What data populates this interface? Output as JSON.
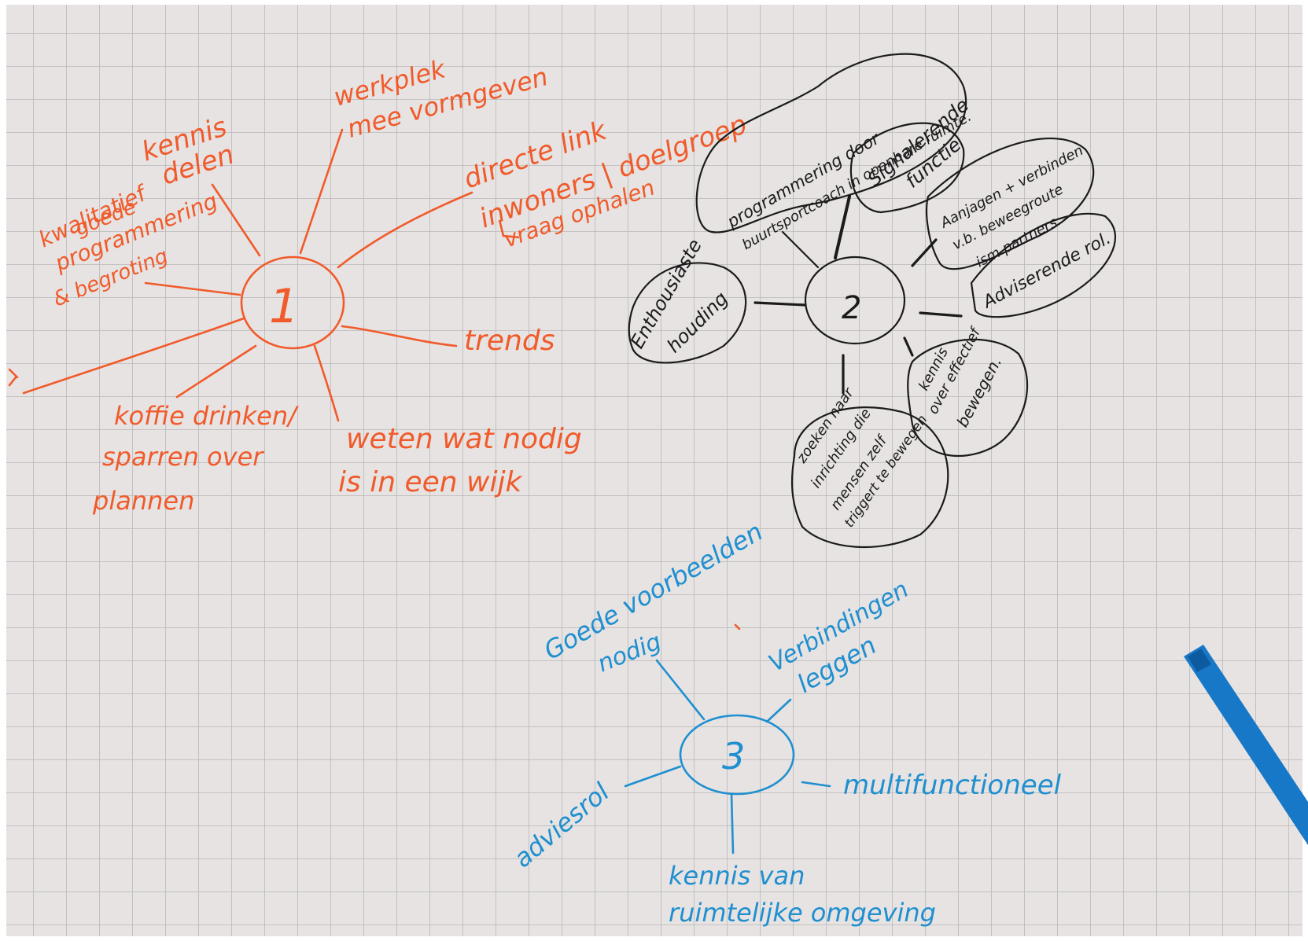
{
  "colors": {
    "paper": "#e6e3e2",
    "grid": "#b9b7b8",
    "red_ink": "#f15a2a",
    "black_ink": "#1b1b1b",
    "blue_ink": "#1f8fd0",
    "pen_body": "#1878c8"
  },
  "cluster_1": {
    "hub": "1",
    "branches": {
      "kennis": "kennis",
      "delen": "delen",
      "kwalitatief": "kwalitatief",
      "goede": "goede",
      "programmering": "programmering",
      "begroting": "& begroting",
      "werkplek": "werkplek",
      "mee_vormgeven": "mee vormgeven",
      "directe_link": "directe link",
      "inwoners_doelgroep": "inwoners | doelgroep",
      "vraag_ophalen": "vraag ophalen",
      "trends": "trends",
      "weten_line1": "weten wat nodig",
      "weten_line2": "is in een wijk",
      "koffie_line1": "koffie drinken/",
      "koffie_line2": "sparren over",
      "koffie_line3": "plannen"
    }
  },
  "cluster_2": {
    "hub": "2",
    "bubbles": {
      "programmering_line1": "programmering door",
      "programmering_line2": "buurtsportcoach in openbare ruimte.",
      "signalerende_line1": "Signalerende",
      "signalerende_line2": "functie",
      "aanjagen_line1": "Aanjagen + verbinden",
      "aanjagen_line2": "v.b. beweegroute",
      "aanjagen_line3": "ism partners.",
      "adviserende": "Adviserende rol.",
      "enthousiaste_line1": "Enthousiaste",
      "enthousiaste_line2": "houding",
      "kennis_line1": "kennis",
      "kennis_line2": "over effectief",
      "kennis_line3": "bewegen.",
      "zoeken_line1": "zoeken naar",
      "zoeken_line2": "inrichting die",
      "zoeken_line3": "mensen zelf",
      "zoeken_line4": "triggert te bewegen"
    }
  },
  "cluster_3": {
    "hub": "3",
    "branches": {
      "goede_line1": "Goede voorbeelden",
      "goede_line2": "nodig",
      "verbindingen_line1": "Verbindingen",
      "verbindingen_line2": "leggen",
      "multifunctioneel": "multifunctioneel",
      "adviesrol": "adviesrol",
      "kennis_line1": "kennis van",
      "kennis_line2": "ruimtelijke omgeving"
    }
  }
}
